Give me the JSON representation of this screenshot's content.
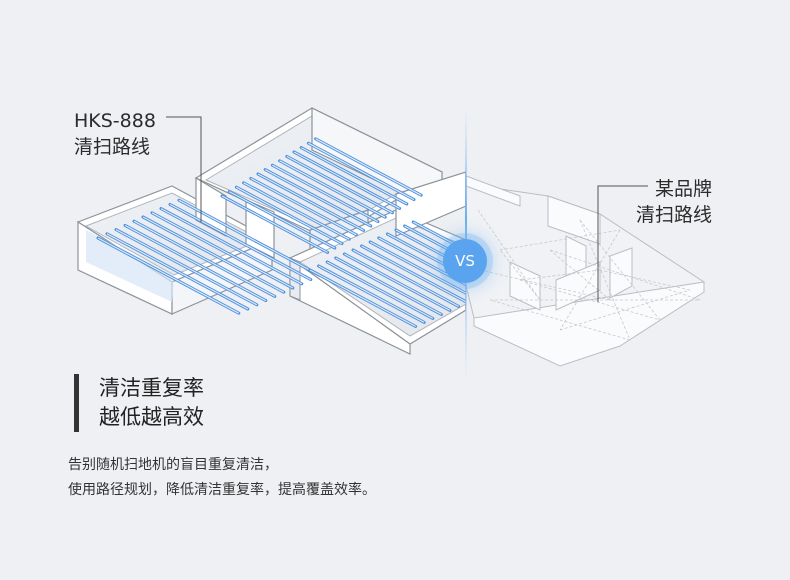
{
  "left_label": {
    "line1": "HKS-888",
    "line2": "清扫路线"
  },
  "right_label": {
    "line1": "某品牌",
    "line2": "清扫路线"
  },
  "vs_badge": "VS",
  "headline": {
    "line1": "清洁重复率",
    "line2": "越低越高效"
  },
  "description": {
    "line1": "告别随机扫地机的盲目重复清洁，",
    "line2": "使用路径规划，降低清洁重复率，提高覆盖效率。"
  },
  "colors": {
    "background": "#eef0f3",
    "accent_blue": "#5aa3ef",
    "path_blue": "#4a8fe0",
    "wall": "#ffffff",
    "wall_stroke": "#8e9399"
  }
}
